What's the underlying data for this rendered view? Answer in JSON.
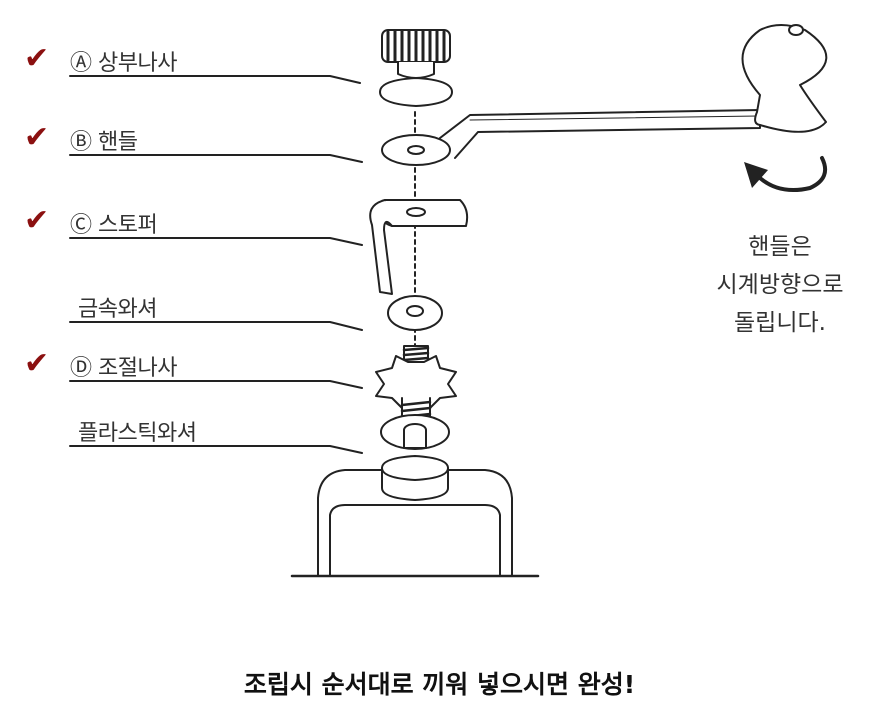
{
  "parts": [
    {
      "label": "Ⓐ 상부나사",
      "checked": true
    },
    {
      "label": "Ⓑ 핸들",
      "checked": true
    },
    {
      "label": "Ⓒ 스토퍼",
      "checked": true
    },
    {
      "label": "금속와셔",
      "checked": false
    },
    {
      "label": "Ⓓ 조절나사",
      "checked": true
    },
    {
      "label": "플라스틱와셔",
      "checked": false
    }
  ],
  "check_icon": "checkmark-icon",
  "rotation_note": [
    "핸들은",
    "시계방향으로",
    "돌립니다."
  ],
  "footer_text": "조립시 순서대로 끼워 넣으시면 완성!",
  "colors": {
    "check": "#8b1010",
    "line": "#222222"
  }
}
